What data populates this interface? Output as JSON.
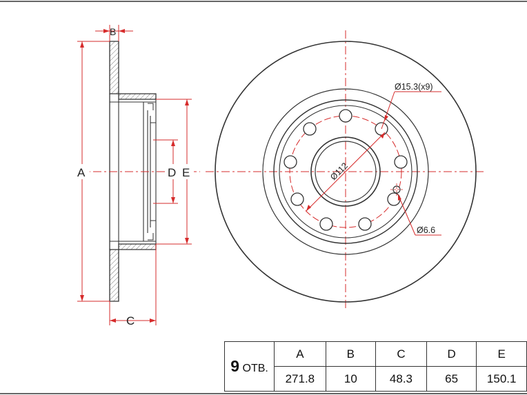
{
  "side_view": {
    "labels": {
      "A": "A",
      "B": "B",
      "C": "C",
      "D": "D",
      "E": "E"
    }
  },
  "front_view": {
    "hole_callout": "Ø15.3(x9)",
    "bolt_circle": "Ø112",
    "small_hole": "Ø6.6"
  },
  "table": {
    "holes_count": "9",
    "holes_suffix": " ОТВ.",
    "headers": [
      "A",
      "B",
      "C",
      "D",
      "E"
    ],
    "values": [
      "271.8",
      "10",
      "48.3",
      "65",
      "150.1"
    ]
  },
  "colors": {
    "line": "#333333",
    "dimension": "#d62b2b"
  }
}
